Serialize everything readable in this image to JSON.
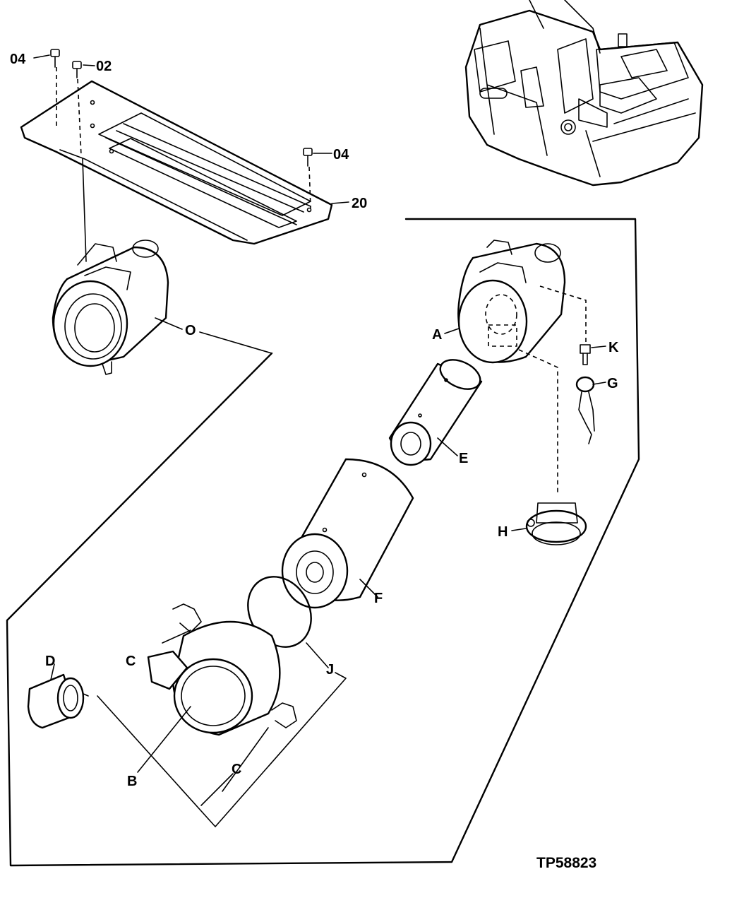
{
  "diagram": {
    "reference_code": "TP58823",
    "callouts": {
      "bolt_04_a": "04",
      "bolt_02": "02",
      "bolt_04_b": "04",
      "cover_20": "20",
      "assembly_O": "O",
      "housing_A": "A",
      "sensor_K": "K",
      "indicator_G": "G",
      "secondary_E": "E",
      "valve_H": "H",
      "primary_F": "F",
      "seal_J": "J",
      "clamp_C_top": "C",
      "clamp_C_bottom": "C",
      "dust_cup_B": "B",
      "unloader_D": "D"
    }
  }
}
